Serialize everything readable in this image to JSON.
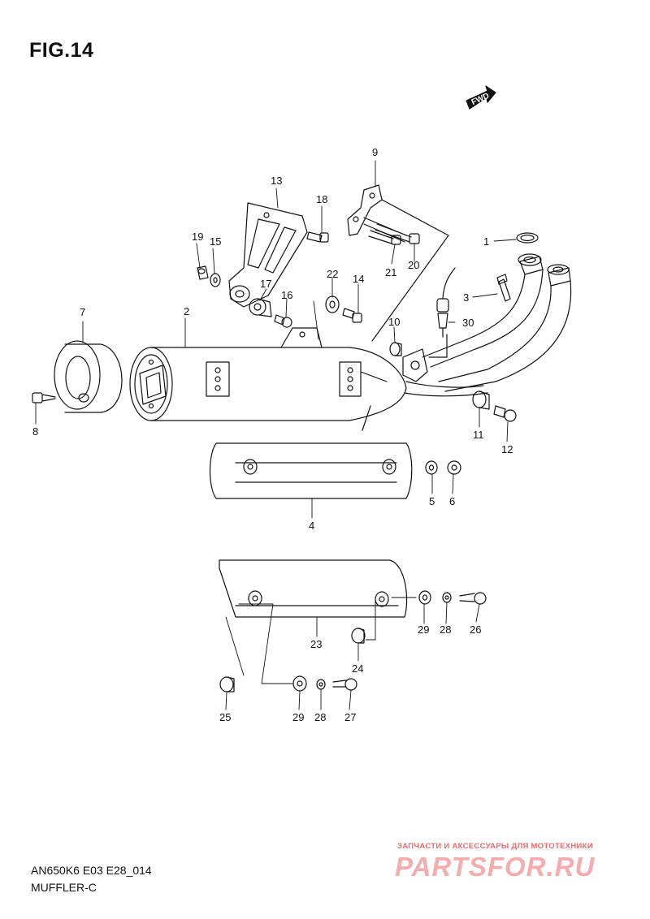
{
  "figure": {
    "title": "FIG.14",
    "fwd_label": "FWD"
  },
  "callouts": [
    {
      "key": "c1",
      "label": "1"
    },
    {
      "key": "c2",
      "label": "2"
    },
    {
      "key": "c3",
      "label": "3"
    },
    {
      "key": "c4",
      "label": "4"
    },
    {
      "key": "c5",
      "label": "5"
    },
    {
      "key": "c6",
      "label": "6"
    },
    {
      "key": "c7",
      "label": "7"
    },
    {
      "key": "c8",
      "label": "8"
    },
    {
      "key": "c9",
      "label": "9"
    },
    {
      "key": "c10",
      "label": "10"
    },
    {
      "key": "c11",
      "label": "11"
    },
    {
      "key": "c12",
      "label": "12"
    },
    {
      "key": "c13",
      "label": "13"
    },
    {
      "key": "c14",
      "label": "14"
    },
    {
      "key": "c15",
      "label": "15"
    },
    {
      "key": "c16",
      "label": "16"
    },
    {
      "key": "c17",
      "label": "17"
    },
    {
      "key": "c18",
      "label": "18"
    },
    {
      "key": "c19",
      "label": "19"
    },
    {
      "key": "c20",
      "label": "20"
    },
    {
      "key": "c21",
      "label": "21"
    },
    {
      "key": "c22",
      "label": "22"
    },
    {
      "key": "c23",
      "label": "23"
    },
    {
      "key": "c24",
      "label": "24"
    },
    {
      "key": "c25",
      "label": "25"
    },
    {
      "key": "c26",
      "label": "26"
    },
    {
      "key": "c27",
      "label": "27"
    },
    {
      "key": "c28a",
      "label": "28"
    },
    {
      "key": "c28b",
      "label": "28"
    },
    {
      "key": "c29a",
      "label": "29"
    },
    {
      "key": "c29b",
      "label": "29"
    },
    {
      "key": "c30",
      "label": "30"
    }
  ],
  "footer": {
    "model_code": "AN650K6 E03 E28_014",
    "section_name": "MUFFLER-C"
  },
  "watermark": {
    "tagline": "ЗАПЧАСТИ И АКСЕССУАРЫ ДЛЯ МОТОТЕХНИКИ",
    "brand": "PARTSFOR.RU"
  },
  "colors": {
    "line": "#111111",
    "watermark_red": "#e46d6d",
    "watermark_pink": "#f2aeae"
  }
}
